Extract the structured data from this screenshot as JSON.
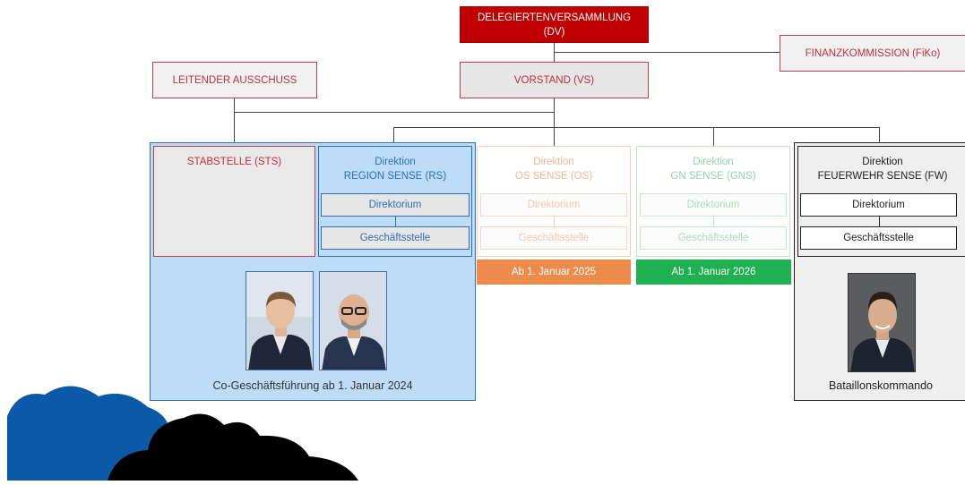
{
  "top": {
    "dv": {
      "line1": "DELEGIERTENVERSAMMLUNG",
      "line2": "(DV)"
    },
    "fiko": "FINANZKOMMISSION (FiKo)",
    "vs": "VORSTAND (VS)",
    "la": "LEITENDER AUSSCHUSS"
  },
  "columns": {
    "sts": {
      "title": "STABSTELLE (STS)"
    },
    "rs": {
      "line1": "Direktion",
      "line2": "REGION SENSE (RS)",
      "sub1": "Direktorium",
      "sub2": "Geschäftsstelle"
    },
    "os": {
      "line1": "Direktion",
      "line2": "OS SENSE (OS)",
      "sub1": "Direktorium",
      "sub2": "Geschäftsstelle",
      "date": "Ab 1. Januar 2025"
    },
    "gns": {
      "line1": "Direktion",
      "line2": "GN SENSE (GNS)",
      "sub1": "Direktorium",
      "sub2": "Geschäftsstelle",
      "date": "Ab 1. Januar 2026"
    },
    "fw": {
      "line1": "Direktion",
      "line2": "FEUERWEHR SENSE (FW)",
      "sub1": "Direktorium",
      "sub2": "Geschäftsstelle"
    }
  },
  "captions": {
    "rs_caption": "Co-Geschäftsführung ab 1. Januar 2024",
    "fw_caption": "Bataillonskommando"
  },
  "colors": {
    "red": "#c00000",
    "blue_panel": "#bcdcf7",
    "blue_border": "#2f6fb7",
    "orange": "#ed8b4c",
    "green": "#1fb04f",
    "fw_panel": "#efefef"
  }
}
